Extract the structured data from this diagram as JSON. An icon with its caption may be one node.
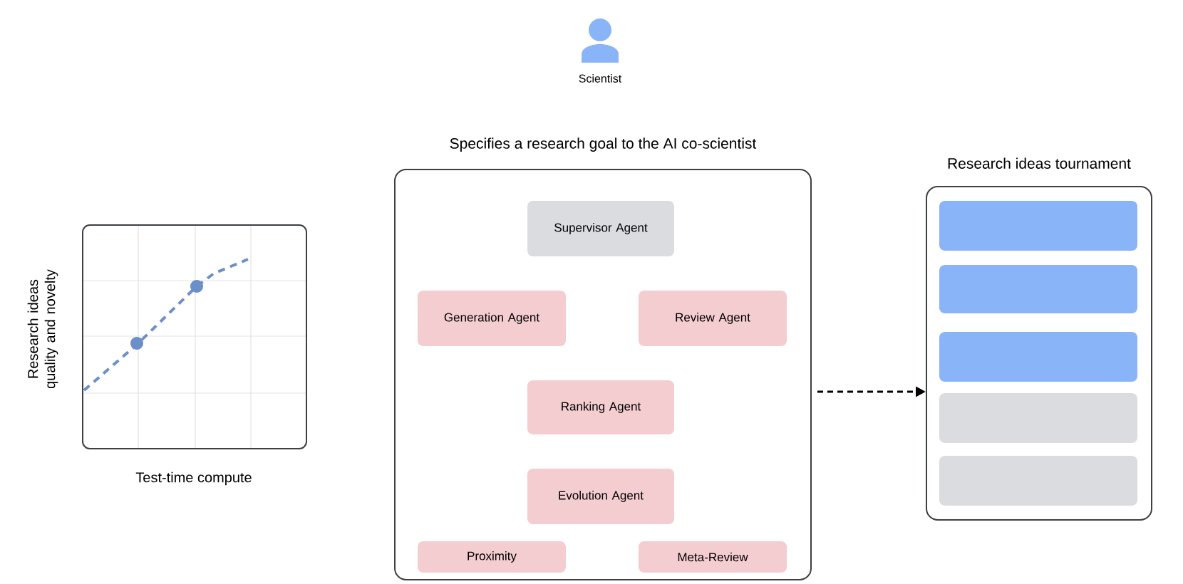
{
  "diagram": {
    "nodes": [
      {
        "text": [
          "Specifies a research goal to the AI co-scientist"
        ]
      },
      {
        "text": [
          "Supervisor Agent"
        ],
        "in": 0
      },
      {
        "text": [
          "Generation Agent"
        ],
        "in": 0
      },
      {
        "text": [
          "Review Agent"
        ],
        "in": 0
      },
      {
        "text": [
          "Ranking Agent"
        ],
        "in": 0
      },
      {
        "text": [
          "Evolution Agent"
        ],
        "in": 0
      },
      {
        "text": [
          "Proximity"
        ],
        "in": 0
      },
      {
        "text": [
          "Meta-Review"
        ],
        "in": 0
      },
      {
        "text": [
          "Research ideas tournament"
        ]
      },
      {
        "text": [],
        "shape": "bar",
        "in": 8
      },
      {
        "text": [],
        "shape": "bar",
        "in": 8
      },
      {
        "text": [],
        "shape": "bar",
        "in": 8
      },
      {
        "text": [],
        "shape": "bar",
        "in": 8
      },
      {
        "text": [],
        "shape": "bar",
        "in": 8
      }
    ],
    "edges": [
      {
        "from": 0,
        "to": 8,
        "arrow": "to",
        "style": "dashed"
      }
    ],
    "labels": [
      "Scientist",
      "Research ideas quality and novelty",
      "Test-time compute"
    ]
  }
}
